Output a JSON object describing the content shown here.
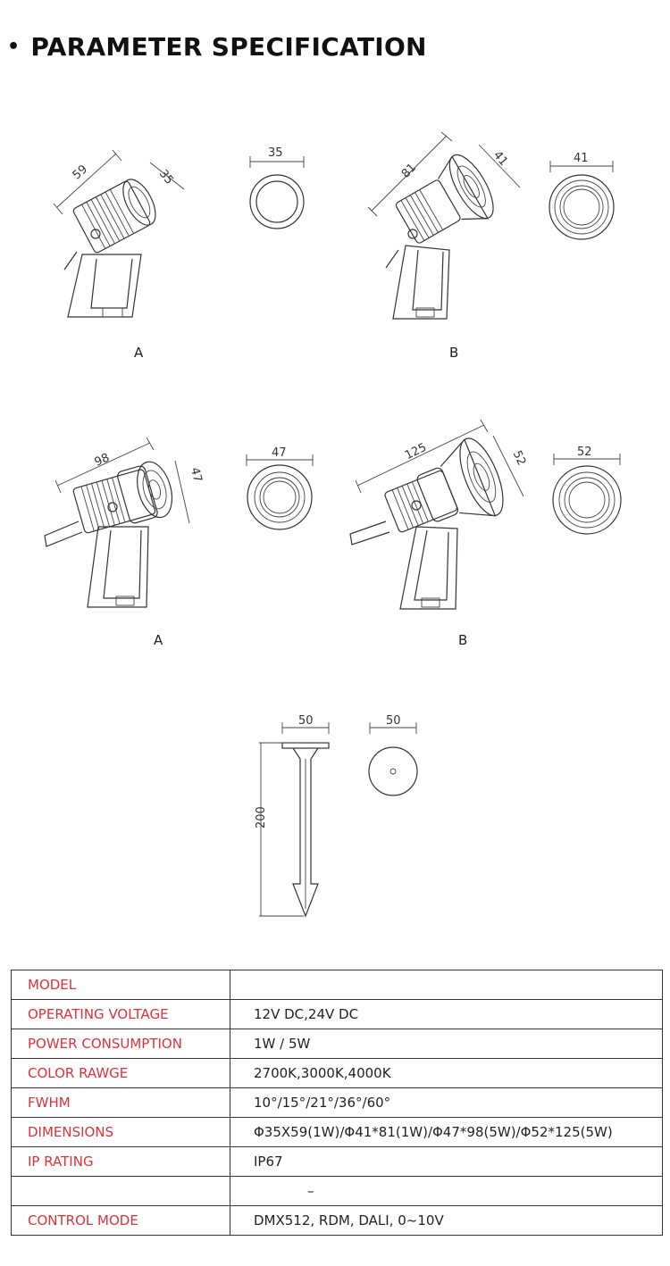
{
  "header": {
    "title": "PARAMETER SPECIFICATION"
  },
  "drawings": {
    "row1": {
      "a_length": "59",
      "a_diameter": "35",
      "a_face": "35",
      "a_label": "A",
      "b_length": "81",
      "b_diameter": "41",
      "b_face": "41",
      "b_label": "B"
    },
    "row2": {
      "a_length": "98",
      "a_diameter": "47",
      "a_face": "47",
      "a_label": "A",
      "b_length": "125",
      "b_diameter": "52",
      "b_face": "52",
      "b_label": "B"
    },
    "spike": {
      "width": "50",
      "height": "200",
      "face": "50"
    }
  },
  "spec_table": {
    "rows": [
      {
        "key": "MODEL",
        "value": ""
      },
      {
        "key": "OPERATING VOLTAGE",
        "value": "12V DC,24V DC"
      },
      {
        "key": "POWER CONSUMPTION",
        "value": "1W / 5W"
      },
      {
        "key": "COLOR RAWGE",
        "value": "2700K,3000K,4000K"
      },
      {
        "key": "FWHM",
        "value": "10°/15°/21°/36°/60°"
      },
      {
        "key": "DIMENSIONS",
        "value": "Φ35X59(1W)/Φ41*81(1W)/Φ47*98(5W)/Φ52*125(5W)"
      },
      {
        "key": "IP RATING",
        "value": "IP67"
      },
      {
        "key": "",
        "value": "–"
      },
      {
        "key": "CONTROL MODE",
        "value": "DMX512, RDM, DALI, 0~10V"
      }
    ]
  }
}
